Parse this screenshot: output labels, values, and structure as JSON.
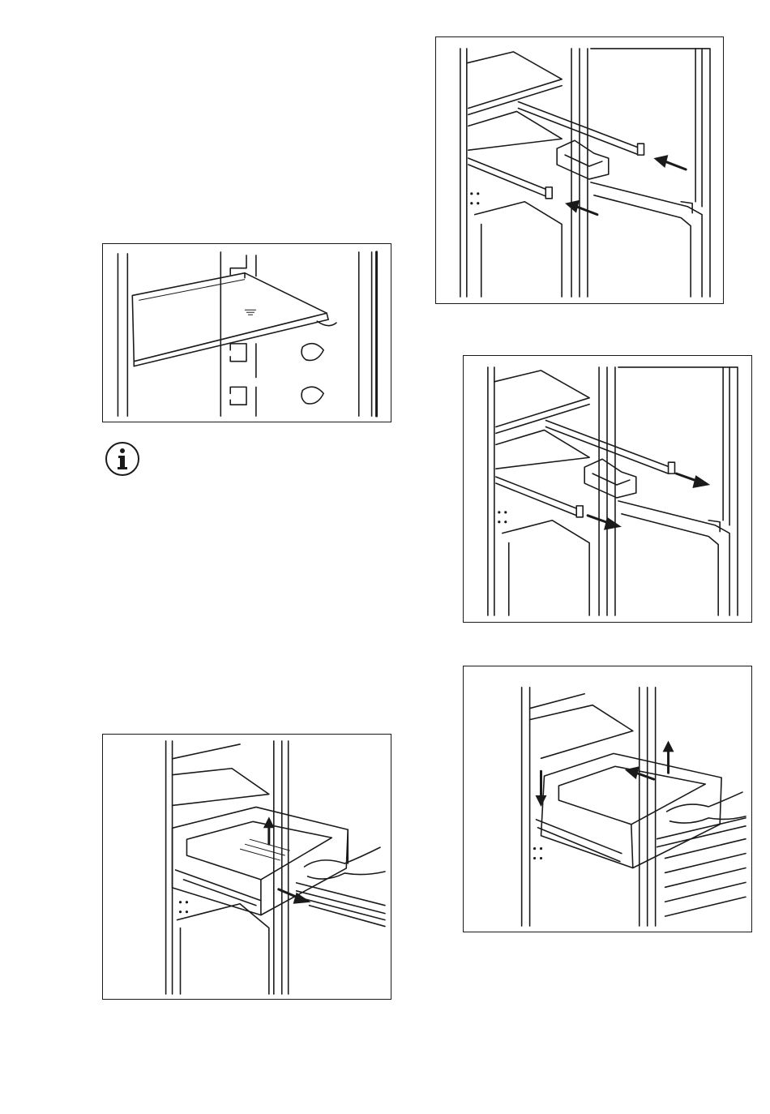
{
  "figures": [
    {
      "id": "shelf",
      "icon": "shelf-illustration"
    },
    {
      "id": "rails-push-in",
      "icon": "rails-push-in-illustration"
    },
    {
      "id": "rails-pull-out",
      "icon": "rails-pull-out-illustration"
    },
    {
      "id": "drawer-remove",
      "icon": "drawer-remove-illustration"
    },
    {
      "id": "drawer-insert",
      "icon": "drawer-insert-illustration"
    }
  ],
  "info": {
    "icon": "info-icon"
  },
  "colors": {
    "ink": "#1a1a1a",
    "paper": "#ffffff"
  }
}
